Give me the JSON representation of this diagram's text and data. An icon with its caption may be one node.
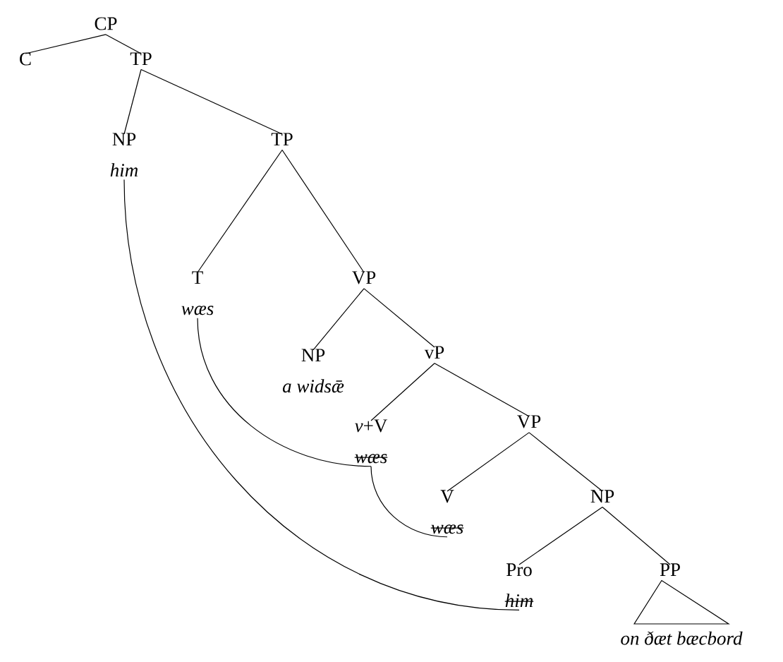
{
  "diagram": {
    "nodes": [
      {
        "text": [
          "CP"
        ]
      },
      {
        "text": [
          "C"
        ]
      },
      {
        "text": [
          "TP"
        ]
      },
      {
        "text": [
          "NP",
          "him"
        ]
      },
      {
        "text": [
          "TP"
        ]
      },
      {
        "text": [
          "T",
          "wæs"
        ]
      },
      {
        "text": [
          "VP"
        ]
      },
      {
        "text": [
          "NP",
          "a widsǣ"
        ]
      },
      {
        "text": [
          "vP"
        ]
      },
      {
        "text": [
          "*v*+V",
          "wæs"
        ]
      },
      {
        "text": [
          "VP"
        ]
      },
      {
        "text": [
          "V",
          "wæs"
        ]
      },
      {
        "text": [
          "NP"
        ]
      },
      {
        "text": [
          "Pro",
          "him"
        ]
      },
      {
        "text": [
          "PP"
        ]
      },
      {
        "text": [
          "on ðæt bæcbord"
        ]
      }
    ],
    "edges": [
      {
        "from": 0,
        "to": 1,
        "arrow": "none"
      },
      {
        "from": 0,
        "to": 2,
        "arrow": "none"
      },
      {
        "from": 2,
        "to": 3,
        "arrow": "none"
      },
      {
        "from": 2,
        "to": 4,
        "arrow": "none"
      },
      {
        "from": 4,
        "to": 5,
        "arrow": "none"
      },
      {
        "from": 4,
        "to": 6,
        "arrow": "none"
      },
      {
        "from": 6,
        "to": 7,
        "arrow": "none"
      },
      {
        "from": 6,
        "to": 8,
        "arrow": "none"
      },
      {
        "from": 8,
        "to": 9,
        "arrow": "none"
      },
      {
        "from": 8,
        "to": 10,
        "arrow": "none"
      },
      {
        "from": 10,
        "to": 11,
        "arrow": "none"
      },
      {
        "from": 10,
        "to": 12,
        "arrow": "none"
      },
      {
        "from": 12,
        "to": 13,
        "arrow": "none"
      },
      {
        "from": 12,
        "to": 14,
        "arrow": "none"
      },
      {
        "from": 14,
        "to": 15,
        "arrow": "none"
      },
      {
        "from": 13,
        "to": 3,
        "arrow": "none"
      },
      {
        "from": 11,
        "to": 9,
        "arrow": "none"
      },
      {
        "from": 9,
        "to": 5,
        "arrow": "none"
      }
    ]
  }
}
